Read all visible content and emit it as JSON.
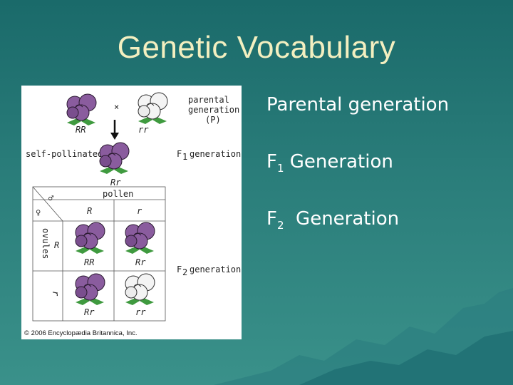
{
  "title": "Genetic Vocabulary",
  "figure": {
    "parental_label": [
      "parental",
      "generation",
      "(P)"
    ],
    "parent_left": "RR",
    "parent_right": "rr",
    "cross_symbol": "×",
    "self_pollinated": "self-pollinated",
    "f1_label": "generation",
    "f1_prefix": "F",
    "f1_sub": "1",
    "f1_genotype": "Rr",
    "pollen": "pollen",
    "male_symbol": "♂",
    "female_symbol": "♀",
    "pollen_R": "R",
    "pollen_r": "r",
    "ovules": "ovules",
    "ovule_R": "R",
    "ovule_r": "r",
    "grid": [
      "RR",
      "Rr",
      "Rr",
      "rr"
    ],
    "f2_prefix": "F",
    "f2_sub": "2",
    "f2_label": "generation",
    "copyright": "© 2006 Encyclopædia Britannica, Inc."
  },
  "bullets": [
    {
      "main": "Parental generation",
      "sub": "",
      "rest": ""
    },
    {
      "main": "F",
      "sub": "1",
      "rest": " Generation"
    },
    {
      "main": "F",
      "sub": "2",
      "rest": "  Generation"
    }
  ],
  "colors": {
    "purple": "#8a5c9e",
    "white_flower": "#f4f4f4",
    "leaf": "#3f9a3f"
  }
}
